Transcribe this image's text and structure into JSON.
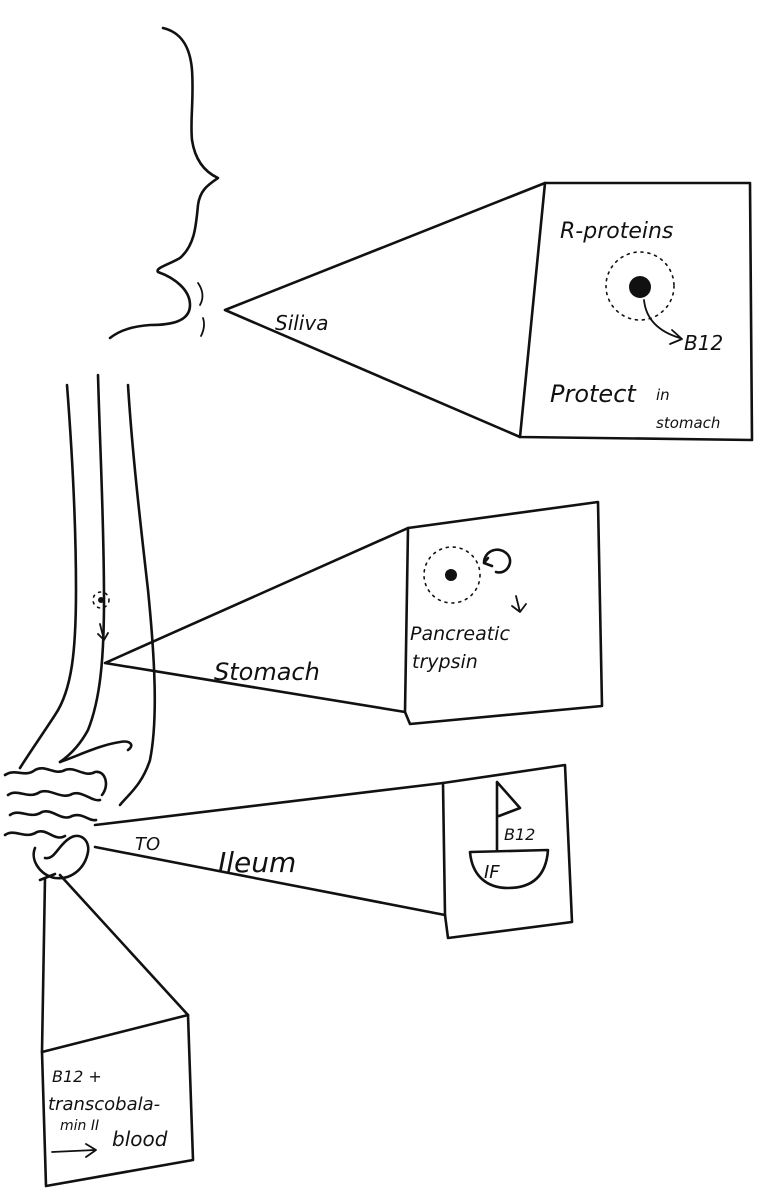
{
  "labels": {
    "saliva": "Siliva",
    "stomach": "Stomach",
    "to": "TO",
    "ileum": "Ileum"
  },
  "boxes": {
    "saliva": {
      "title": "R-proteins",
      "b12": "B12",
      "protect": "Protect",
      "in": "in",
      "stomach": "stomach"
    },
    "stomach": {
      "line1": "Pancreatic",
      "line2": "trypsin"
    },
    "ileum": {
      "b12": "B12",
      "if": "IF"
    },
    "blood": {
      "line1": "B12 +",
      "line2": "transcobala-",
      "line3": "min II",
      "line4": "blood"
    }
  }
}
